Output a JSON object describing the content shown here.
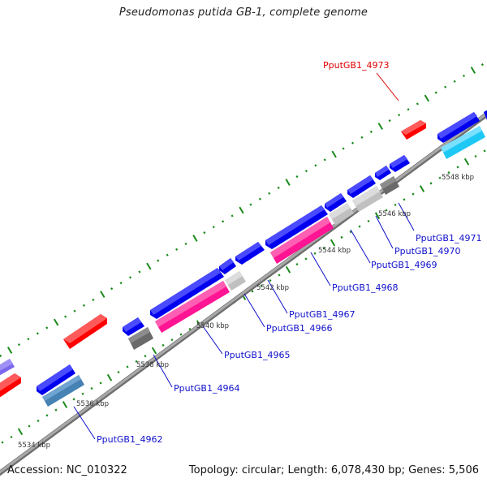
{
  "title": "Pseudomonas putida GB-1, complete genome",
  "footer": {
    "accession": "Accession: NC_010322",
    "summary": "Topology: circular; Length: 6,078,430 bp; Genes: 5,506"
  },
  "colors": {
    "backbone": "#8a8a8a",
    "tick": "#1a8a1a",
    "label_blue": "#1010cc",
    "label_red": "#e00000",
    "forward_red": "#ff0000",
    "reverse_blue": "#0000ee",
    "pink": "#ff1493",
    "light_gray": "#c0c0c0",
    "dark_gray": "#6a6a6a",
    "steel_blue": "#4682b4",
    "sky_blue": "#1ec8f5",
    "slate_purple": "#7b68ee"
  },
  "scale": {
    "unit": "kbp",
    "labels": [
      "5534 kbp",
      "5536 kbp",
      "5538 kbp",
      "5540 kbp",
      "5542 kbp",
      "5544 kbp",
      "5546 kbp",
      "5548 kbp"
    ]
  },
  "labels": [
    {
      "id": "PputGB1_4973",
      "text": "PputGB1_4973",
      "color": "red"
    },
    {
      "id": "PputGB1_4971",
      "text": "PputGB1_4971",
      "color": "blue"
    },
    {
      "id": "PputGB1_4970",
      "text": "PputGB1_4970",
      "color": "blue"
    },
    {
      "id": "PputGB1_4969",
      "text": "PputGB1_4969",
      "color": "blue"
    },
    {
      "id": "PputGB1_4968",
      "text": "PputGB1_4968",
      "color": "blue"
    },
    {
      "id": "PputGB1_4967",
      "text": "PputGB1_4967",
      "color": "blue"
    },
    {
      "id": "PputGB1_4966",
      "text": "PputGB1_4966",
      "color": "blue"
    },
    {
      "id": "PputGB1_4965",
      "text": "PputGB1_4965",
      "color": "blue"
    },
    {
      "id": "PputGB1_4964",
      "text": "PputGB1_4964",
      "color": "blue"
    },
    {
      "id": "PputGB1_4962",
      "text": "PputGB1_4962",
      "color": "blue"
    }
  ]
}
